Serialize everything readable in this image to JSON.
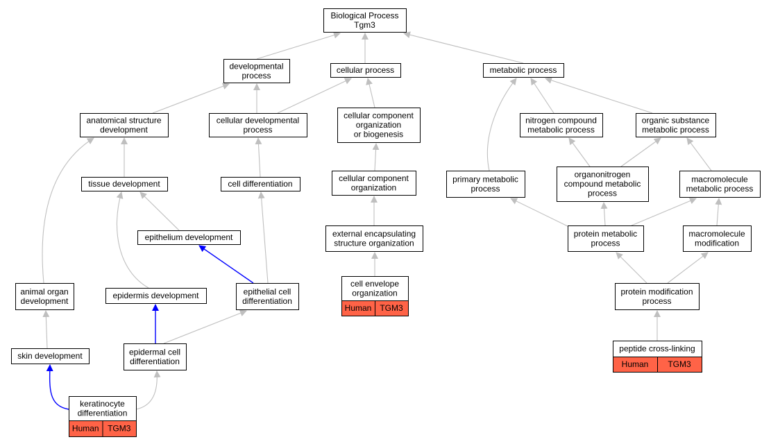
{
  "colors": {
    "edge": "#bfbfbf",
    "highlight_edge": "#0000ff",
    "annotation": "#ff6347",
    "node_border": "#000000",
    "node_fill": "#ffffff"
  },
  "nodes": {
    "bp": [
      "Biological Process",
      "Tgm3"
    ],
    "dev": [
      "developmental",
      "process"
    ],
    "cell_proc": [
      "cellular process"
    ],
    "metab": [
      "metabolic process"
    ],
    "anat": [
      "anatomical structure",
      "development"
    ],
    "cell_dev": [
      "cellular developmental",
      "process"
    ],
    "ccob": [
      "cellular component",
      "organization",
      "or biogenesis"
    ],
    "nitro": [
      "nitrogen compound",
      "metabolic process"
    ],
    "org_sub": [
      "organic substance",
      "metabolic process"
    ],
    "tissue": [
      "tissue development"
    ],
    "cell_diff": [
      "cell differentiation"
    ],
    "cco": [
      "cellular component",
      "organization"
    ],
    "primary": [
      "primary metabolic",
      "process"
    ],
    "orgnitro": [
      "organonitrogen",
      "compound metabolic",
      "process"
    ],
    "macro_met": [
      "macromolecule",
      "metabolic process"
    ],
    "epith_dev": [
      "epithelium development"
    ],
    "ext_encap": [
      "external encapsulating",
      "structure organization"
    ],
    "prot_met": [
      "protein metabolic",
      "process"
    ],
    "macro_mod": [
      "macromolecule",
      "modification"
    ],
    "animal_organ": [
      "animal organ",
      "development"
    ],
    "epid_dev": [
      "epidermis development"
    ],
    "epith_cell_diff": [
      "epithelial cell",
      "differentiation"
    ],
    "cell_env": [
      "cell envelope",
      "organization"
    ],
    "prot_mod": [
      "protein modification",
      "process"
    ],
    "skin": [
      "skin development"
    ],
    "epid_cell_diff": [
      "epidermal cell",
      "differentiation"
    ],
    "pep_cross": [
      "peptide cross-linking"
    ],
    "kera": [
      "keratinocyte",
      "differentiation"
    ]
  },
  "annotations": {
    "cell_env": [
      "Human",
      "TGM3"
    ],
    "pep_cross": [
      "Human",
      "TGM3"
    ],
    "kera": [
      "Human",
      "TGM3"
    ]
  }
}
